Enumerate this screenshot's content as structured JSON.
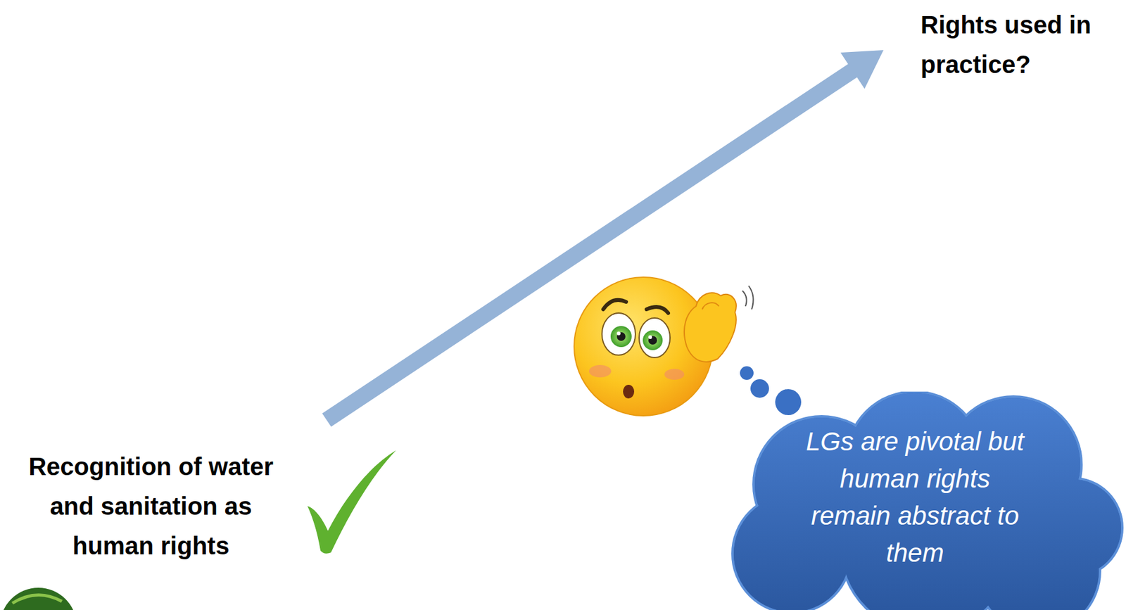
{
  "diagram": {
    "nodes": [
      {
        "text": [
          "LGs are pivotal but human rights remain abstract to them"
        ]
      }
    ],
    "labels": [
      "Recognition of water and sanitation as human rights",
      "Rights used in practice?"
    ]
  }
}
